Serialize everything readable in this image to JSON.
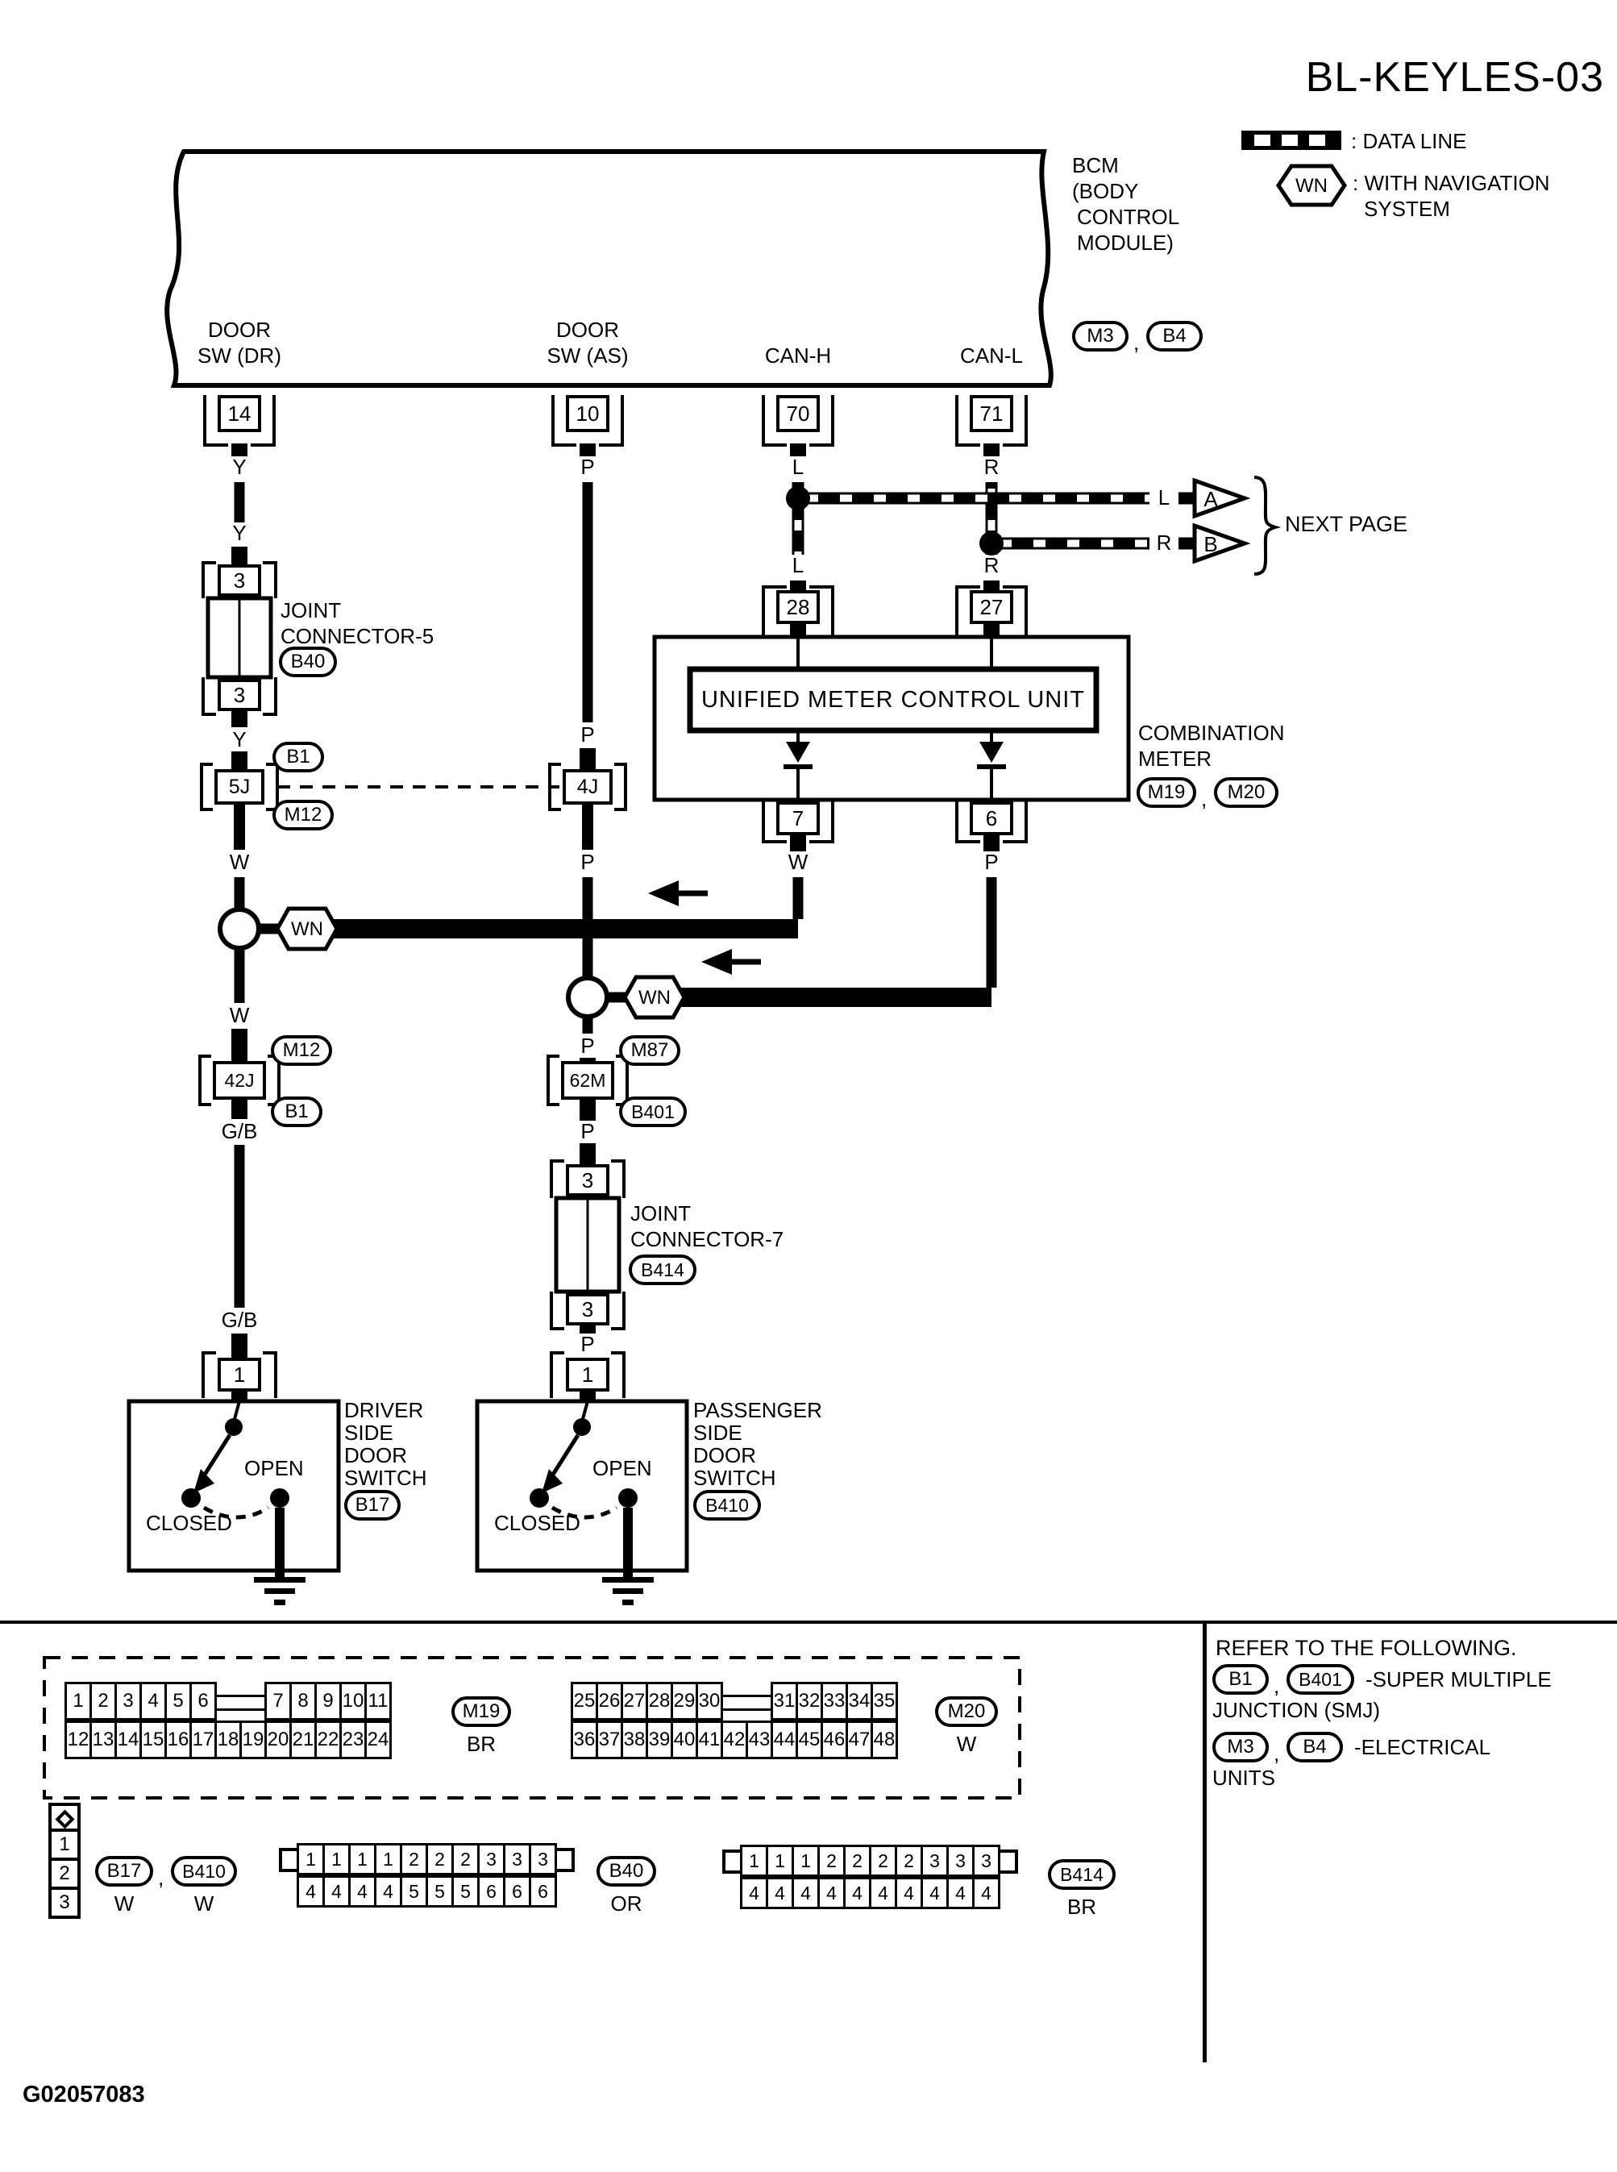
{
  "title": "BL-KEYLES-03",
  "legend": {
    "data_line": ": DATA LINE",
    "wn_label": "WN",
    "wn_line1": ": WITH NAVIGATION",
    "wn_line2": "SYSTEM"
  },
  "bcm": {
    "name": [
      "BCM",
      "(BODY",
      "CONTROL",
      "MODULE)"
    ],
    "comma": ",",
    "ref1": "M3",
    "ref2": "B4",
    "t1": {
      "l1": "DOOR",
      "l2": "SW (DR)",
      "pin": "14"
    },
    "t2": {
      "l1": "DOOR",
      "l2": "SW (AS)",
      "pin": "10"
    },
    "t3": {
      "l": "CAN-H",
      "pin": "70"
    },
    "t4": {
      "l": "CAN-L",
      "pin": "71"
    }
  },
  "next_page": {
    "text": "NEXT PAGE",
    "arrow_a": "A",
    "arrow_b": "B",
    "wire_a": "L",
    "wire_b": "R"
  },
  "cols": {
    "a": [
      "Y",
      "Y",
      "Y",
      "W",
      "W",
      "G/B",
      "G/B"
    ],
    "b": [
      "P",
      "P",
      "P",
      "P",
      "P",
      "P"
    ],
    "h": [
      "L",
      "L"
    ],
    "l": [
      "R",
      "R"
    ],
    "mw": "W",
    "mp": "P"
  },
  "jc5": {
    "n1": "JOINT",
    "n2": "CONNECTOR-5",
    "ref": "B40",
    "pt": "3",
    "pb": "3"
  },
  "jc7": {
    "n1": "JOINT",
    "n2": "CONNECTOR-7",
    "ref": "B414",
    "pt": "3",
    "pb": "3"
  },
  "smj": {
    "s5j": "5J",
    "s4j": "4J",
    "s42j": "42J",
    "s62m": "62M",
    "b1": "B1",
    "m12": "M12",
    "m87": "M87",
    "b401": "B401"
  },
  "wn": "WN",
  "meter": {
    "umcu": "UNIFIED METER CONTROL UNIT",
    "n1": "COMBINATION",
    "n2": "METER",
    "ref1": "M19",
    "comma": ",",
    "ref2": "M20",
    "p28": "28",
    "p27": "27",
    "p7": "7",
    "p6": "6"
  },
  "dsw": {
    "pin": "1",
    "open": "OPEN",
    "closed": "CLOSED",
    "name": [
      "DRIVER",
      "SIDE",
      "DOOR",
      "SWITCH"
    ],
    "ref": "B17"
  },
  "psw": {
    "pin": "1",
    "open": "OPEN",
    "closed": "CLOSED",
    "name": [
      "PASSENGER",
      "SIDE",
      "DOOR",
      "SWITCH"
    ],
    "ref": "B410"
  },
  "m19": {
    "r1a": [
      "1",
      "2",
      "3",
      "4",
      "5",
      "6"
    ],
    "r1b": [
      "7",
      "8",
      "9",
      "10",
      "11"
    ],
    "r2": [
      "12",
      "13",
      "14",
      "15",
      "16",
      "17",
      "18",
      "19",
      "20",
      "21",
      "22",
      "23",
      "24"
    ],
    "ref": "M19",
    "color": "BR"
  },
  "m20": {
    "r1a": [
      "25",
      "26",
      "27",
      "28",
      "29",
      "30"
    ],
    "r1b": [
      "31",
      "32",
      "33",
      "34",
      "35"
    ],
    "r2": [
      "36",
      "37",
      "38",
      "39",
      "40",
      "41",
      "42",
      "43",
      "44",
      "45",
      "46",
      "47",
      "48"
    ],
    "ref": "M20",
    "color": "W"
  },
  "bsw_conn": {
    "cells": [
      "1",
      "2",
      "3"
    ],
    "ref1": "B17",
    "comma": ",",
    "ref2": "B410",
    "color1": "W",
    "color2": "W"
  },
  "b40": {
    "r1": [
      "1",
      "1",
      "1",
      "1",
      "2",
      "2",
      "2",
      "3",
      "3",
      "3"
    ],
    "r2": [
      "4",
      "4",
      "4",
      "4",
      "5",
      "5",
      "5",
      "6",
      "6",
      "6"
    ],
    "ref": "B40",
    "color": "OR"
  },
  "b414": {
    "r1": [
      "1",
      "1",
      "1",
      "2",
      "2",
      "2",
      "2",
      "3",
      "3",
      "3"
    ],
    "r2": [
      "4",
      "4",
      "4",
      "4",
      "4",
      "4",
      "4",
      "4",
      "4",
      "4"
    ],
    "ref": "B414",
    "color": "BR"
  },
  "refer": {
    "title": "REFER TO THE FOLLOWING.",
    "b1": "B1",
    "comma1": ",",
    "b401": "B401",
    "smj1": "-SUPER MULTIPLE",
    "smj2": "JUNCTION (SMJ)",
    "m3": "M3",
    "comma2": ",",
    "b4": "B4",
    "el1": "-ELECTRICAL",
    "el2": "UNITS"
  },
  "footer": "G02057083"
}
